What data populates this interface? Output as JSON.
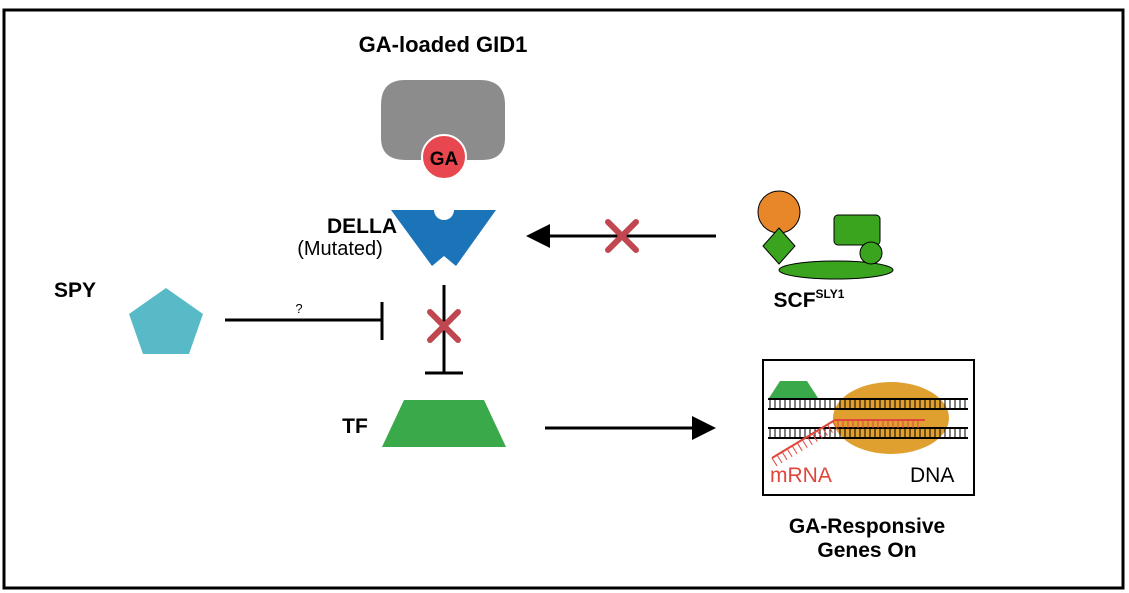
{
  "labels": {
    "gid1_title": "GA-loaded GID1",
    "ga": "GA",
    "della": "DELLA",
    "della_sub": "(Mutated)",
    "spy": "SPY",
    "question": "?",
    "scf_main": "SCF",
    "scf_sup": "SLY1",
    "tf": "TF",
    "mrna": "mRNA",
    "dna": "DNA",
    "responsive_line1": "GA-Responsive",
    "responsive_line2": "Genes On"
  },
  "colors": {
    "gid1": "#8c8c8c",
    "ga": "#e8474f",
    "della": "#1b73b8",
    "spy": "#58b9c7",
    "tf": "#3aa94a",
    "scf_orange": "#e8862a",
    "scf_green": "#3aa41e",
    "block_x": "#c0474f",
    "mrna": "#e0463c",
    "polymerase": "#dfa030",
    "line": "#000000"
  }
}
